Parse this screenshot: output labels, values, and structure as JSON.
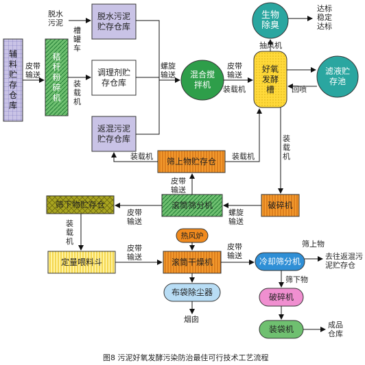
{
  "nodes": {
    "auxiliary_storage": "辅\n料\n贮\n存\n仓\n库",
    "straw_crusher": "秸\n秆\n粉\n碎\n机",
    "dewatered_sludge_storage": "脱水污泥\n贮存仓库",
    "conditioner_storage": "调理剂贮\n存仓库",
    "return_sludge_storage": "返混污泥\n贮存仓库",
    "mixer": "混合搅\n拌机",
    "aerobic_tank": "好氧\n发酵\n槽",
    "bio_deodorization": "生物\n除臭",
    "leachate_storage": "滤液贮\n存池",
    "screen_oversize_storage": "筛上物贮存仓",
    "crusher_1": "破碎机",
    "drum_screen": "滚筒筛分机",
    "screen_undersize_storage": "筛下物贮存仓",
    "quant_feeder": "定量喂料斗",
    "drum_dryer": "滚筒干燥机",
    "hot_air_furnace": "热风炉",
    "bag_dust_collector": "布袋除尘器",
    "cooling_screen": "冷却筛分机",
    "crusher_2": "破碎机",
    "bagging_machine": "装袋机"
  },
  "labels": {
    "dewatered_sludge": "脱水\n污泥",
    "tank_truck": "槽\n罐\n车",
    "belt_1": "皮带\n输送",
    "loader_1": "装\n载\n机",
    "screw_1": "螺旋\n输送",
    "belt_2": "皮带\n输送",
    "loader_2": "装载机",
    "exhaust_fan": "抽风机",
    "standard_discharge": "达标\n稳定\n达标",
    "reinject": "回喷",
    "loader_3": "装\n载\n机",
    "loader_4": "装载机",
    "loader_5": "装载机",
    "belt_3": "皮带\n输送",
    "belt_4": "皮带\n输送",
    "screw_2": "螺旋\n输送",
    "loader_6": "装\n载\n机",
    "belt_5": "皮带\n输送",
    "belt_6": "皮带\n输送",
    "oversize": "筛上物",
    "to_return_storage": "去往返混污\n泥贮存仓",
    "undersize": "筛下物",
    "flue_gas": "烟囱",
    "product_storage": "成品\n仓库"
  },
  "caption": "图8 污泥好氧发酵污染防治最佳可行技术工艺流程",
  "colors": {
    "lilac": "#c9c3e6",
    "green": "#2e9e4a",
    "teal": "#2aa6a0",
    "orange": "#f08a1e",
    "yellow": "#ffe14a",
    "olive": "#8a8a10",
    "pink": "#f08fd0",
    "lightblue": "#b8ddf5",
    "lightgreen": "#9cd48a",
    "blue_face": "#3a68c4"
  }
}
